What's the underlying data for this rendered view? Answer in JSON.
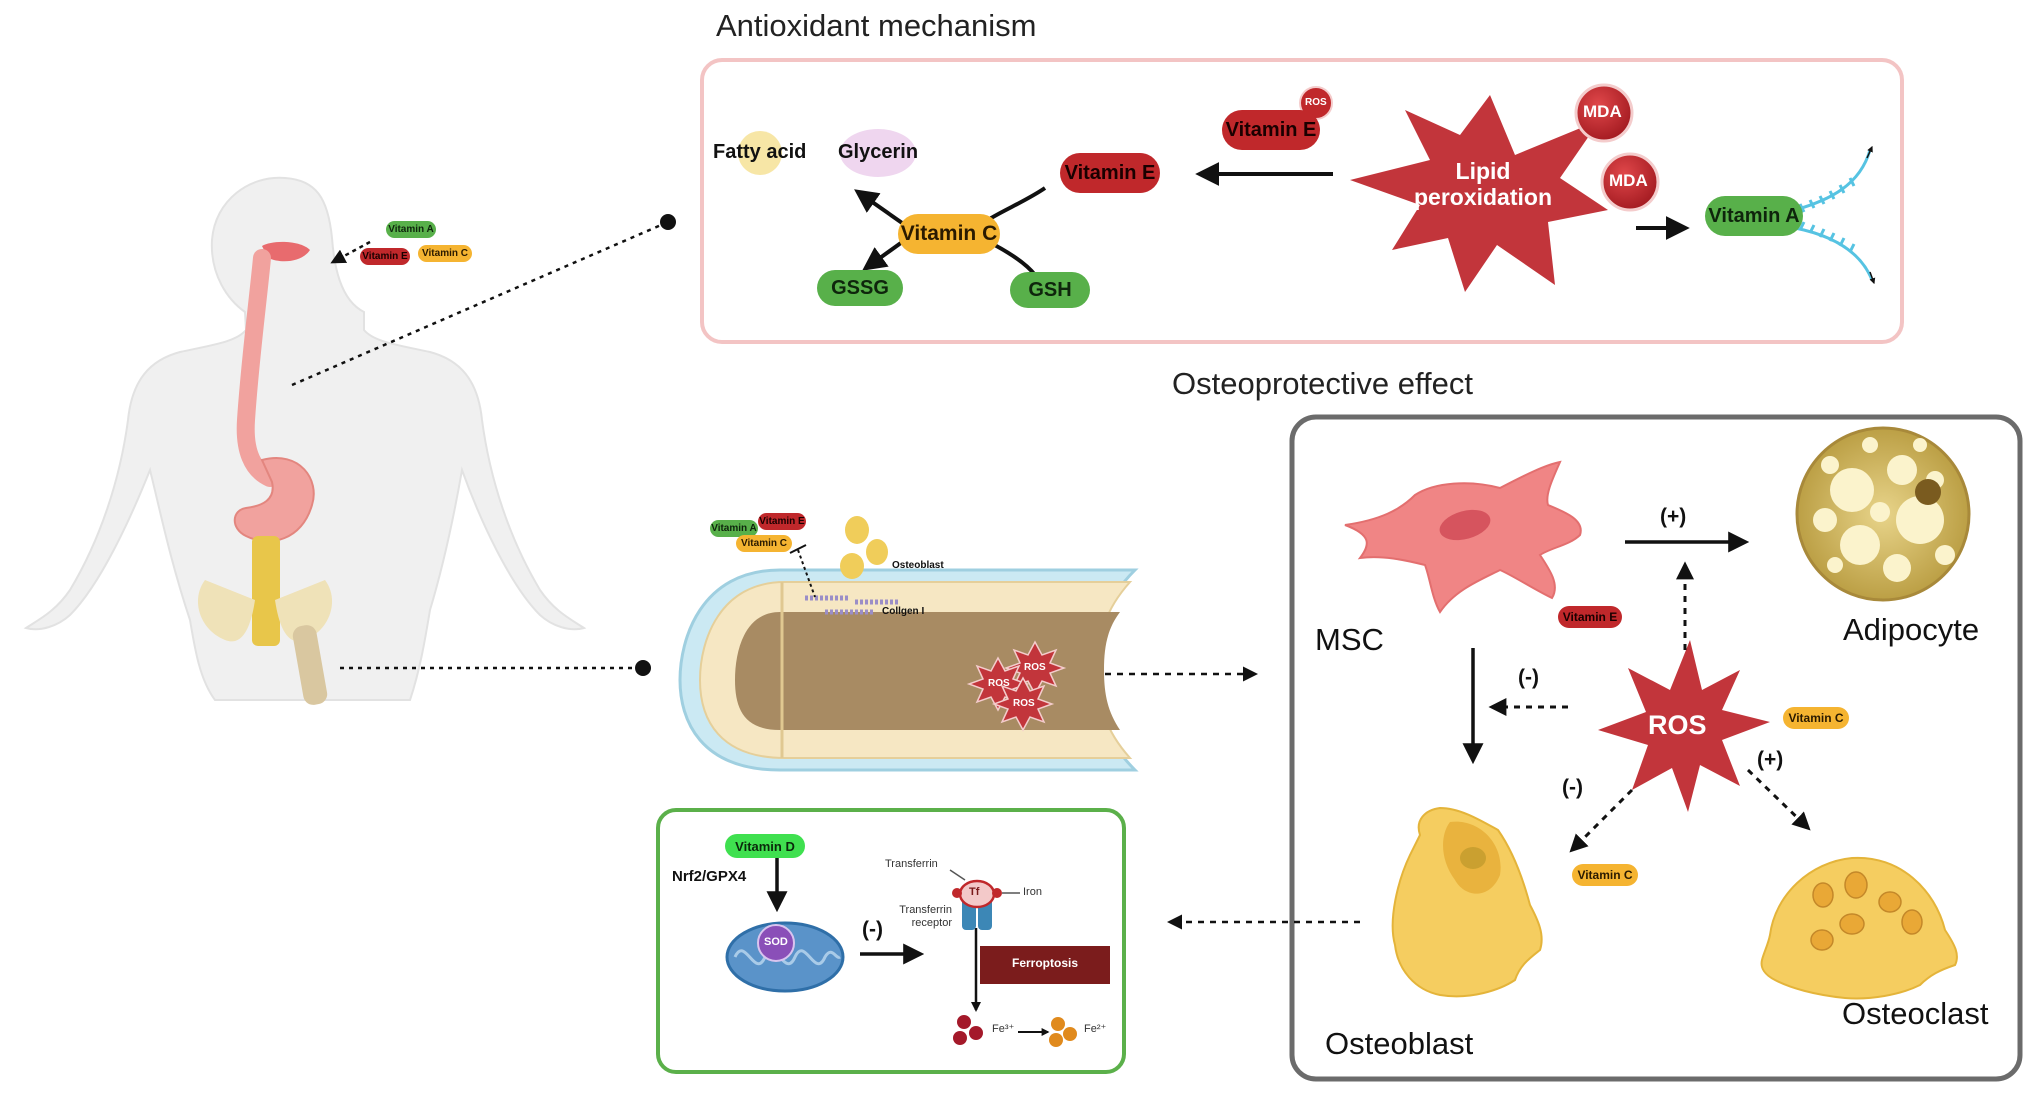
{
  "titles": {
    "antioxidant": "Antioxidant mechanism",
    "osteoprotective": "Osteoprotective effect"
  },
  "mouth_vitamins": [
    "Vitamin A",
    "Vitamin E",
    "Vitamin C"
  ],
  "antioxidant": {
    "fatty_acid": "Fatty acid",
    "glycerin": "Glycerin",
    "vitamin_c": "Vitamin C",
    "vitamin_e": "Vitamin E",
    "gssg": "GSSG",
    "gsh": "GSH",
    "vitamin_e_ros": "Vitamin E",
    "ros_small": "ROS",
    "lipid_peroxidation": "Lipid peroxidation",
    "mda_1": "MDA",
    "mda_2": "MDA",
    "vitamin_a": "Vitamin A"
  },
  "bone": {
    "vitamin_a": "Vitamin A",
    "vitamin_e": "Vitamin E",
    "vitamin_c": "Vitamin C",
    "osteoblast": "Osteoblast",
    "collagen": "Collgen I",
    "ros_1": "ROS",
    "ros_2": "ROS",
    "ros_3": "ROS"
  },
  "ferroptosis": {
    "vitamin_d": "Vitamin D",
    "nrf2": "Nrf2/GPX4",
    "sod": "SOD",
    "minus": "(-)",
    "transferrin": "Transferrin",
    "tf": "Tf",
    "iron": "Iron",
    "transferrin_receptor": "Transferrin receptor",
    "ferroptosis": "Ferroptosis",
    "fe3": "Fe³⁺",
    "fe2": "Fe²⁺"
  },
  "osteo": {
    "msc": "MSC",
    "adipocyte": "Adipocyte",
    "osteoblast": "Osteoblast",
    "osteoclast": "Osteoclast",
    "ros": "ROS",
    "plus_top": "(+)",
    "minus_left": "(-)",
    "minus_diag": "(-)",
    "plus_diag": "(+)",
    "vitamin_e": "Vitamin E",
    "vitamin_c_1": "Vitamin C",
    "vitamin_c_2": "Vitamin C"
  },
  "colors": {
    "antioxidant_border": "#f3c4c4",
    "osteo_border": "#6b6b6b",
    "ferroptosis_border": "#5bb04a",
    "red_star": "#c2353b",
    "vitamin_red": "#c0282b",
    "vitamin_green": "#58b04a",
    "vitamin_orange": "#f5b431",
    "vitamin_lime": "#3fe04f"
  }
}
